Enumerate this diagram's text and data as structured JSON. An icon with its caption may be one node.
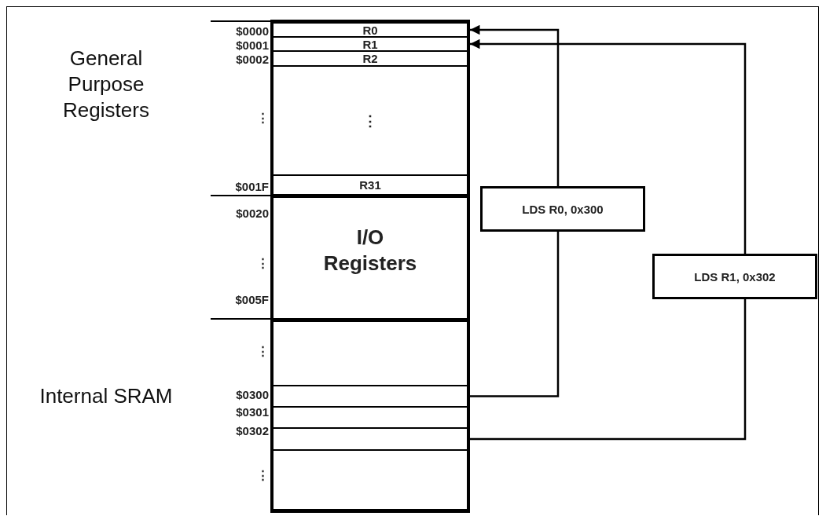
{
  "diagram": {
    "nodes": [
      {
        "text": [],
        "shape": "box"
      },
      {
        "text": [
          "R0"
        ],
        "in": 0,
        "beside": [
          "$0000"
        ]
      },
      {
        "text": [
          "R1"
        ],
        "in": 0,
        "beside": [
          "$0001"
        ]
      },
      {
        "text": [
          "R2"
        ],
        "in": 0,
        "beside": [
          "$0002"
        ]
      },
      {
        "text": [
          "⋮"
        ],
        "in": 0,
        "beside": [
          "⋮"
        ]
      },
      {
        "text": [
          "R31"
        ],
        "in": 0,
        "beside": [
          "$001F"
        ]
      },
      {
        "text": [
          "I/O Registers"
        ],
        "beside": [
          "$0020",
          "⋮",
          "$005F"
        ]
      },
      {
        "text": [],
        "shape": "box"
      },
      {
        "text": [],
        "shape": "box",
        "in": 7,
        "beside": [
          "⋮"
        ]
      },
      {
        "text": [],
        "shape": "box",
        "in": 7,
        "beside": [
          "$0300"
        ]
      },
      {
        "text": [],
        "shape": "box",
        "in": 7,
        "beside": [
          "$0301"
        ]
      },
      {
        "text": [],
        "shape": "box",
        "in": 7,
        "beside": [
          "$0302"
        ]
      },
      {
        "text": [],
        "shape": "box",
        "in": 7,
        "beside": [
          "⋮"
        ]
      },
      {
        "text": [
          "LDS R0, 0x300"
        ]
      },
      {
        "text": [
          "LDS R1, 0x302"
        ]
      }
    ],
    "edges": [
      {
        "from": 9,
        "to": 13,
        "arrow": "none"
      },
      {
        "from": 13,
        "to": 1,
        "arrow": "to"
      },
      {
        "from": 11,
        "to": 14,
        "arrow": "none"
      },
      {
        "from": 14,
        "to": 2,
        "arrow": "to"
      }
    ],
    "labels": [
      "General Purpose Registers",
      "Internal SRAM"
    ]
  }
}
